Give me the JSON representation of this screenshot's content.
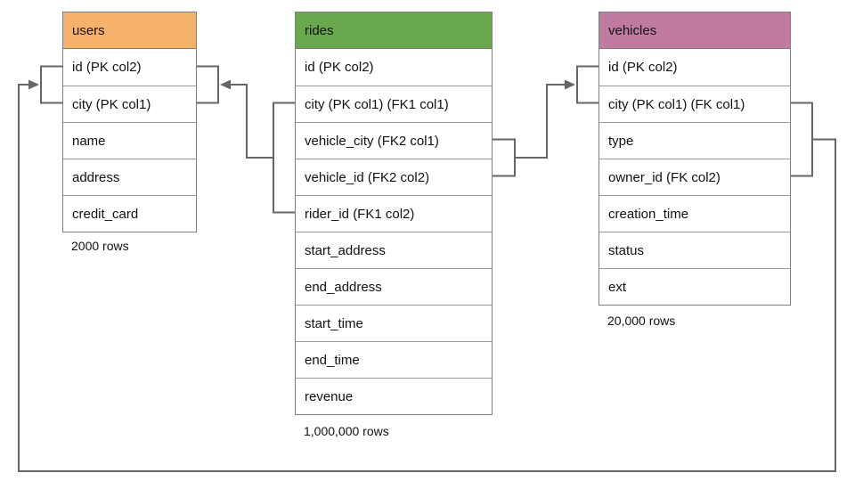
{
  "diagram": {
    "line_color": "#666666",
    "tables": [
      {
        "name": "users",
        "header_color": "#F6B26B",
        "columns": [
          "id (PK col2)",
          "city (PK col1)",
          "name",
          "address",
          "credit_card"
        ],
        "row_count_label": "2000 rows"
      },
      {
        "name": "rides",
        "header_color": "#6AA84F",
        "columns": [
          "id (PK col2)",
          "city (PK col1) (FK1 col1)",
          "vehicle_city (FK2 col1)",
          "vehicle_id (FK2 col2)",
          "rider_id (FK1 col2)",
          "start_address",
          "end_address",
          "start_time",
          "end_time",
          "revenue"
        ],
        "row_count_label": "1,000,000 rows"
      },
      {
        "name": "vehicles",
        "header_color": "#C27BA0",
        "columns": [
          "id (PK col2)",
          "city (PK col1) (FK col1)",
          "type",
          "owner_id (FK col2)",
          "creation_time",
          "status",
          "ext"
        ],
        "row_count_label": "20,000 rows"
      }
    ],
    "connectors": [
      {
        "name": "fk1-rides-to-users",
        "from": "rides (city FK1 col1, rider_id FK1 col2)",
        "to": "users (id PK col2, city PK col1)"
      },
      {
        "name": "fk2-rides-to-vehicles",
        "from": "rides (vehicle_city FK2 col1, vehicle_id FK2 col2)",
        "to": "vehicles (id PK col2, city PK col1)"
      },
      {
        "name": "fk-vehicles-to-users",
        "from": "vehicles (city FK col1, owner_id FK col2)",
        "to": "users (id PK col2, city PK col1)"
      }
    ]
  }
}
